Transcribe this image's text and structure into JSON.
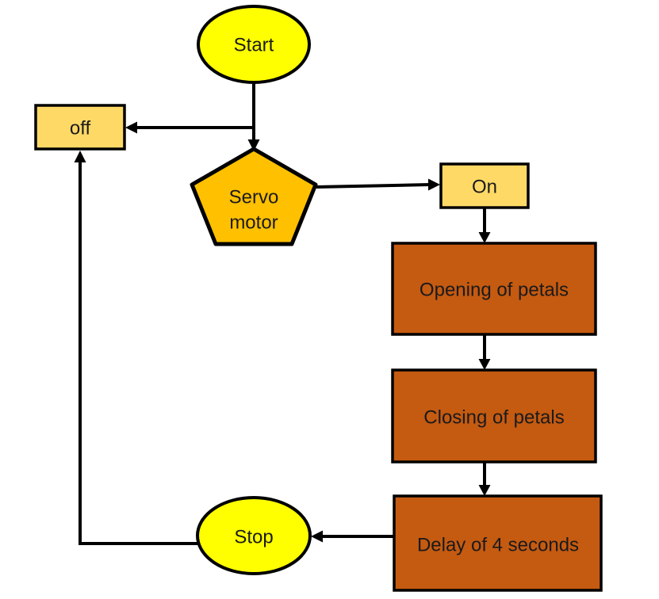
{
  "diagram": {
    "background": "#ffffff",
    "connector_color": "#000000",
    "border_color": "#000000",
    "nodes": {
      "start": {
        "label": "Start",
        "fill": "#ffff00",
        "shape": "ellipse"
      },
      "off": {
        "label": "off",
        "fill": "#ffd966",
        "shape": "rectangle"
      },
      "servo": {
        "line1": "Servo",
        "line2": "motor",
        "fill": "#ffc000",
        "shape": "pentagon"
      },
      "on": {
        "label": "On",
        "fill": "#ffd966",
        "shape": "rectangle"
      },
      "opening": {
        "label": "Opening of petals",
        "fill": "#c55a11",
        "shape": "rectangle"
      },
      "closing": {
        "label": "Closing of petals",
        "fill": "#c55a11",
        "shape": "rectangle"
      },
      "delay": {
        "label": "Delay of 4 seconds",
        "fill": "#c55a11",
        "shape": "rectangle"
      },
      "stop": {
        "label": "Stop",
        "fill": "#ffff00",
        "shape": "ellipse"
      }
    }
  }
}
